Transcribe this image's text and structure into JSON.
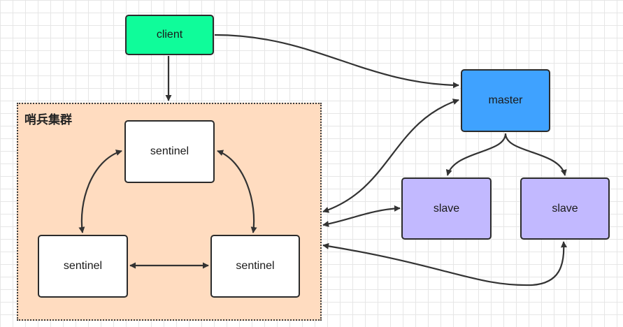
{
  "cluster": {
    "title": "哨兵集群"
  },
  "nodes": {
    "client": "client",
    "master": "master",
    "slave_1": "slave",
    "slave_2": "slave",
    "sentinel_top": "sentinel",
    "sentinel_left": "sentinel",
    "sentinel_right": "sentinel"
  },
  "colors": {
    "client": "#0ffc9a",
    "master": "#3fa2ff",
    "slave": "#c2b9ff",
    "cluster_bg": "#ffdcc0",
    "edge": "#333333"
  }
}
